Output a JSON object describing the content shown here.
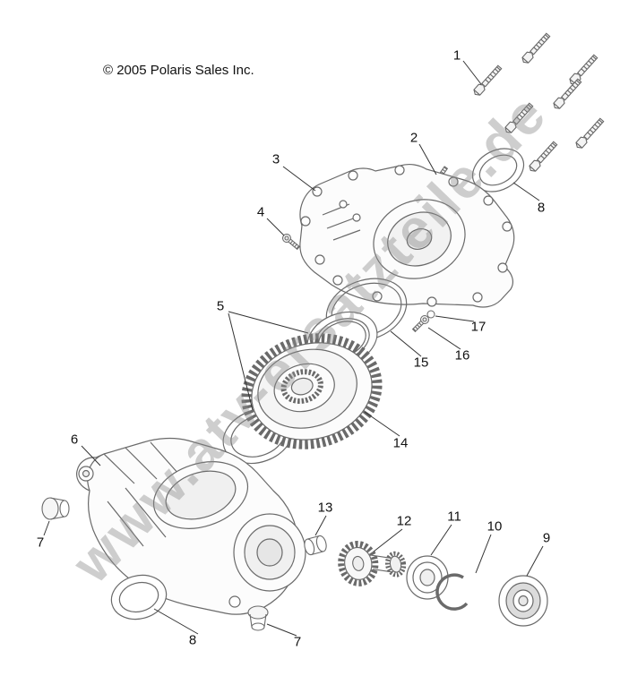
{
  "copyright": "© 2005 Polaris Sales Inc.",
  "watermark": "www.atv-ersatzteile.de",
  "callouts": {
    "1": "1",
    "2": "2",
    "3": "3",
    "4": "4",
    "5": "5",
    "6": "6",
    "7": "7",
    "8": "8",
    "9": "9",
    "10": "10",
    "11": "11",
    "12": "12",
    "13": "13",
    "14": "14",
    "15": "15",
    "16": "16",
    "17": "17"
  }
}
